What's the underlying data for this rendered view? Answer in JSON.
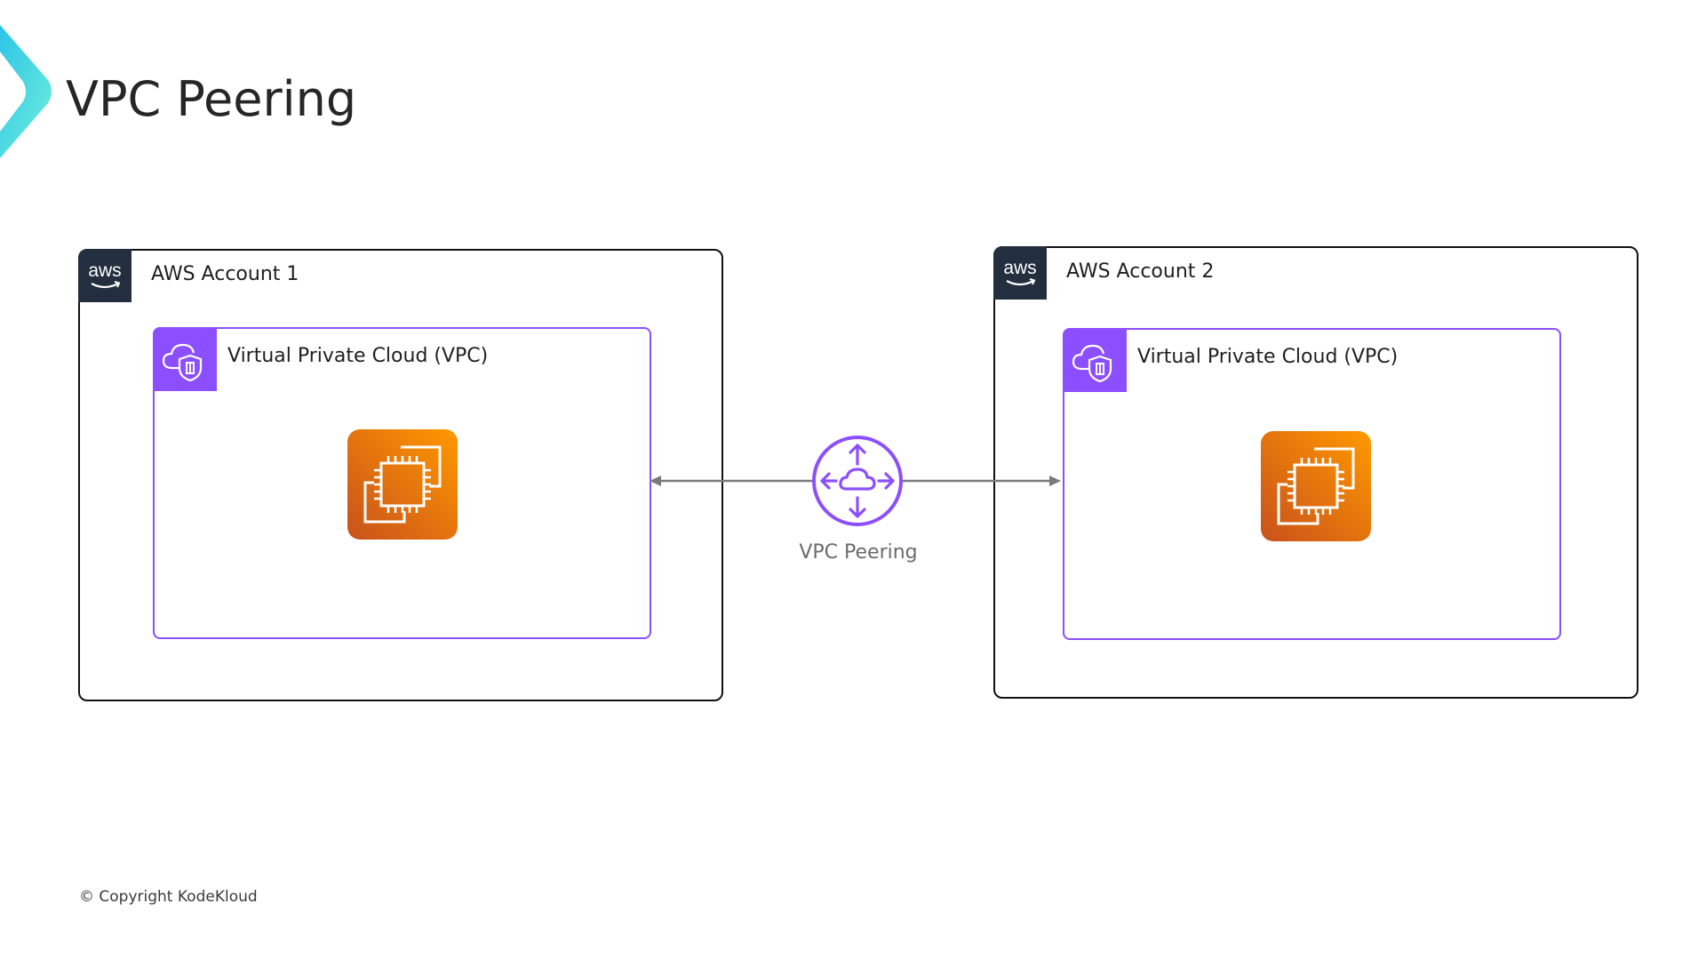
{
  "title": "VPC Peering",
  "brand": {
    "logo_icon": "kodekloud-chevron-icon",
    "gradient_start": "#2ec4e6",
    "gradient_end": "#6ff0de"
  },
  "accounts": [
    {
      "label": "AWS Account 1",
      "badge_icon": "aws-logo-icon",
      "badge_text": "aws",
      "vpc": {
        "label": "Virtual Private Cloud (VPC)",
        "badge_icon": "vpc-cloud-shield-icon",
        "resource_icon": "ec2-instance-icon"
      }
    },
    {
      "label": "AWS Account 2",
      "badge_icon": "aws-logo-icon",
      "badge_text": "aws",
      "vpc": {
        "label": "Virtual Private Cloud (VPC)",
        "badge_icon": "vpc-cloud-shield-icon",
        "resource_icon": "ec2-instance-icon"
      }
    }
  ],
  "connection": {
    "label": "VPC Peering",
    "icon": "vpc-peering-icon",
    "direction": "bidirectional"
  },
  "colors": {
    "vpc_accent": "#8c4fff",
    "aws_badge": "#232f3e",
    "ec2_gradient_start": "#c8511b",
    "ec2_gradient_end": "#ff9900",
    "connector": "#7a7a7a"
  },
  "footer": {
    "copyright": "© Copyright KodeKloud"
  }
}
